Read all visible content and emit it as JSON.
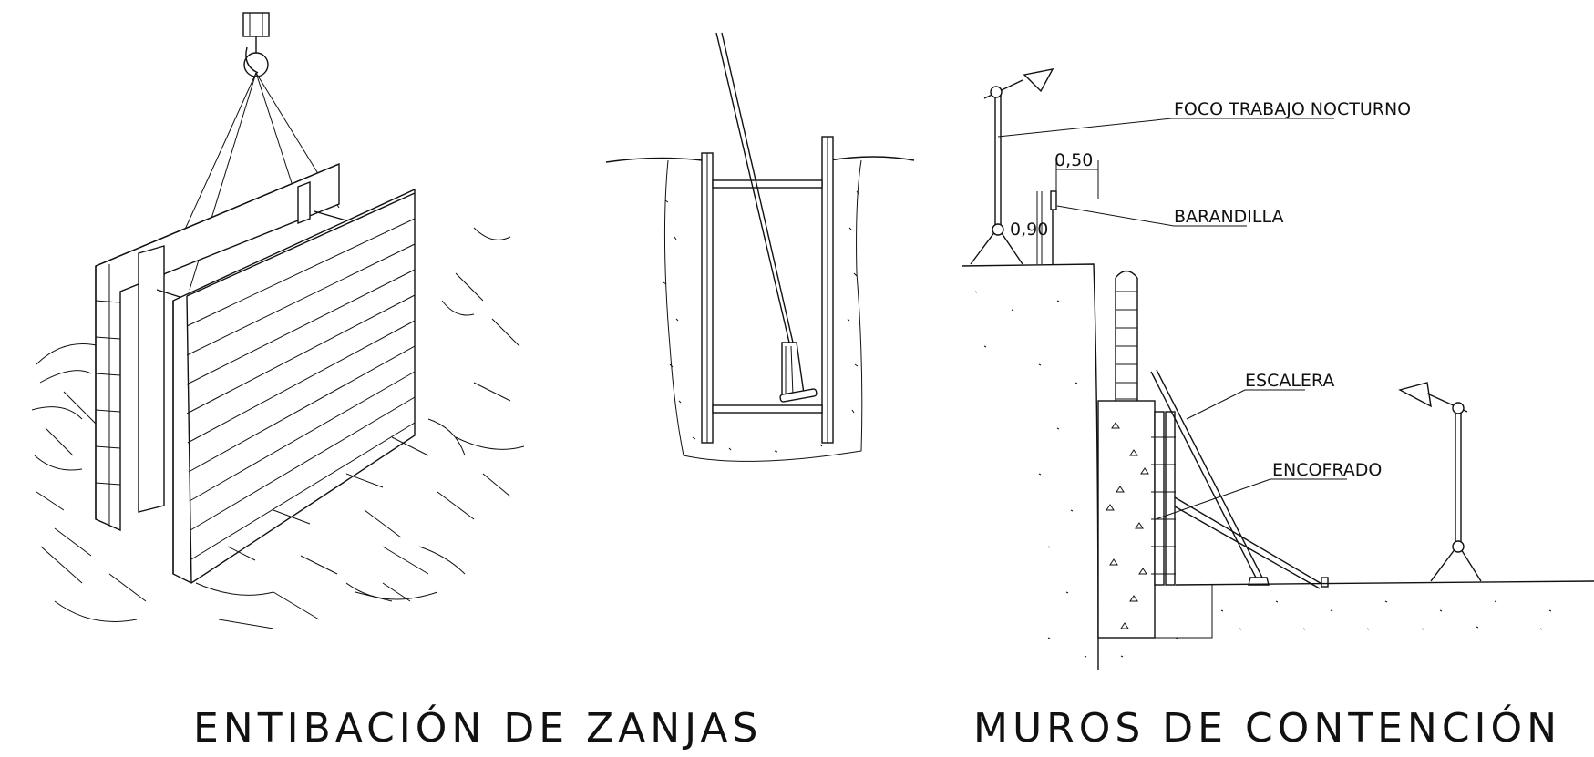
{
  "panels": {
    "left": {
      "title": "ENTIBACIÓN DE ZANJAS"
    },
    "right": {
      "title": "MUROS DE CONTENCIÓN",
      "labels": {
        "foco": "FOCO TRABAJO NOCTURNO",
        "dim_width": "0,50",
        "dim_height": "0,90",
        "barandilla": "BARANDILLA",
        "escalera": "ESCALERA",
        "encofrado": "ENCOFRADO"
      }
    }
  }
}
